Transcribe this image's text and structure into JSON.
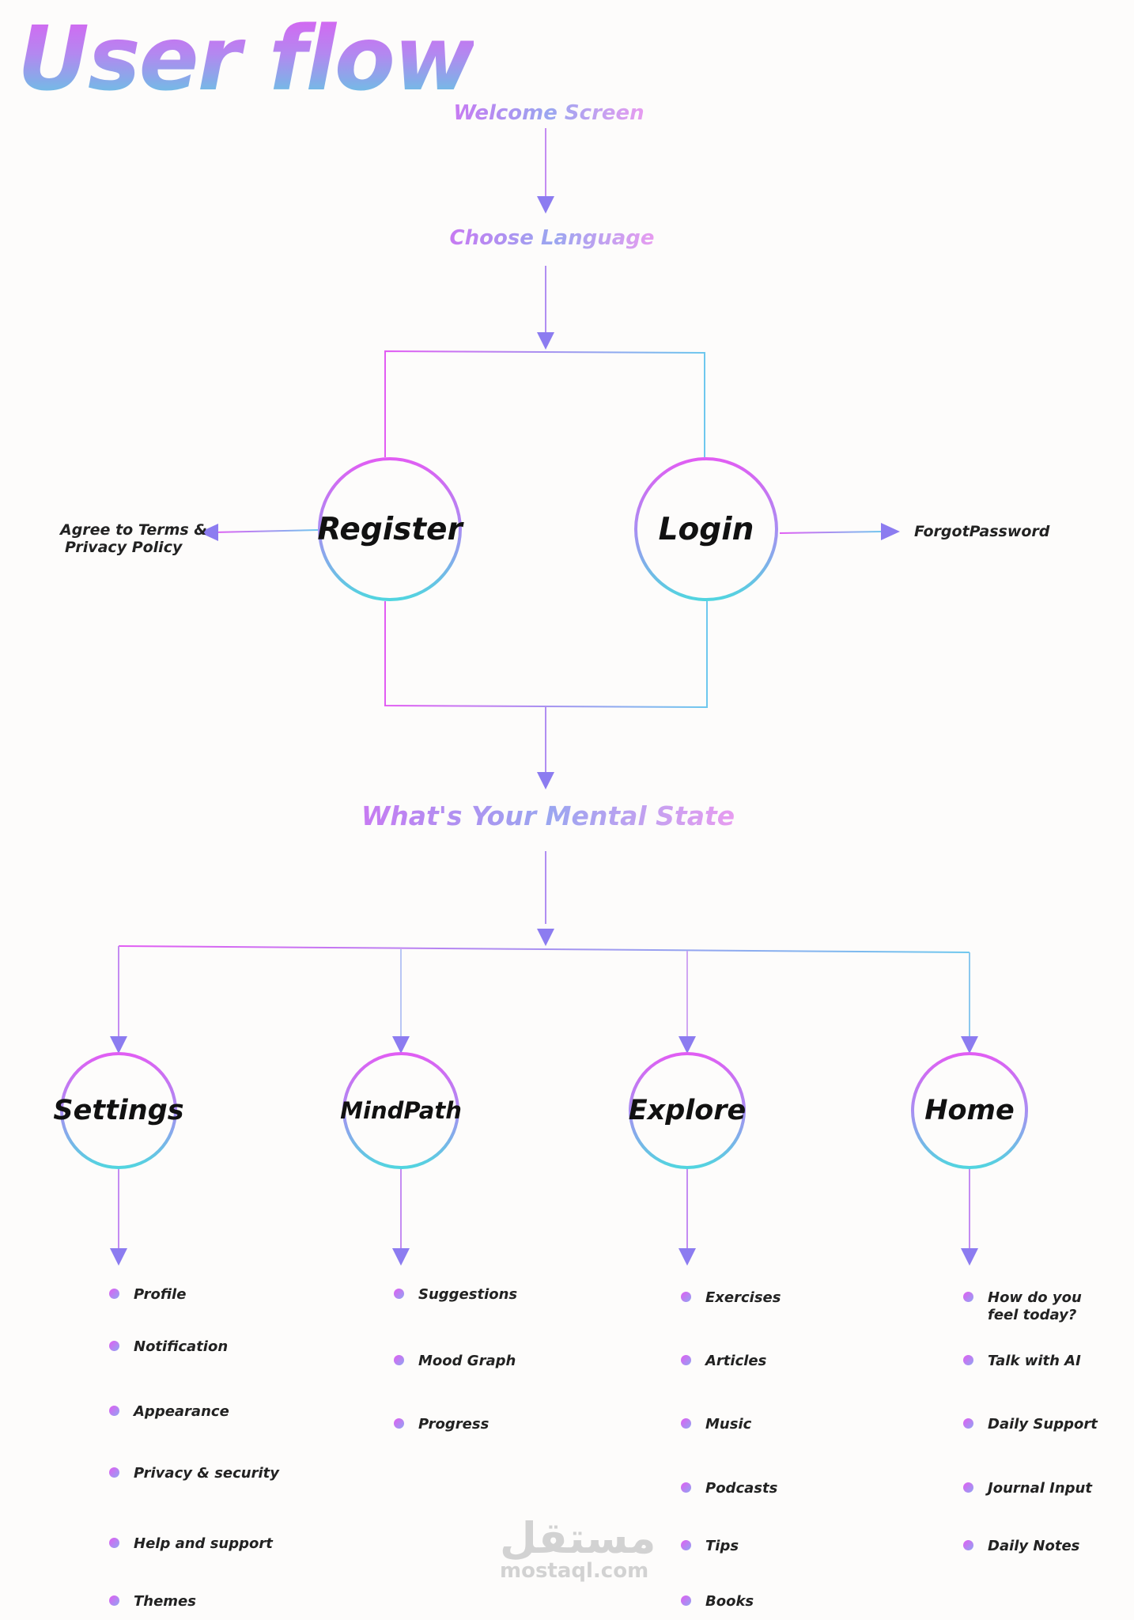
{
  "title": "User flow",
  "steps": {
    "welcome": "Welcome Screen",
    "language": "Choose Language",
    "mental_state": "What's Your Mental State"
  },
  "auth": {
    "register": "Register",
    "login": "Login",
    "terms_line1": "Agree to Terms &",
    "terms_line2": "Privacy Policy",
    "forgot": "ForgotPassword"
  },
  "sections": [
    {
      "label": "Settings",
      "items": [
        "Profile",
        "Notification",
        "Appearance",
        "Privacy & security",
        "Help and support",
        "Themes"
      ]
    },
    {
      "label": "MindPath",
      "items": [
        "Suggestions",
        "Mood Graph",
        "Progress"
      ]
    },
    {
      "label": "Explore",
      "items": [
        "Exercises",
        "Articles",
        "Music",
        "Podcasts",
        "Tips",
        "Books"
      ]
    },
    {
      "label": "Home",
      "items": [
        "How do you feel today?",
        "Talk with AI",
        "Daily Support",
        "Journal Input",
        "Daily Notes"
      ]
    }
  ],
  "watermark": {
    "arabic": "مستقل",
    "latin": "mostaql.com"
  },
  "colors": {
    "magenta": "#e25cf3",
    "violet": "#a98ef2",
    "cyan": "#4fd6df",
    "arrow": "#8c7cf0"
  }
}
